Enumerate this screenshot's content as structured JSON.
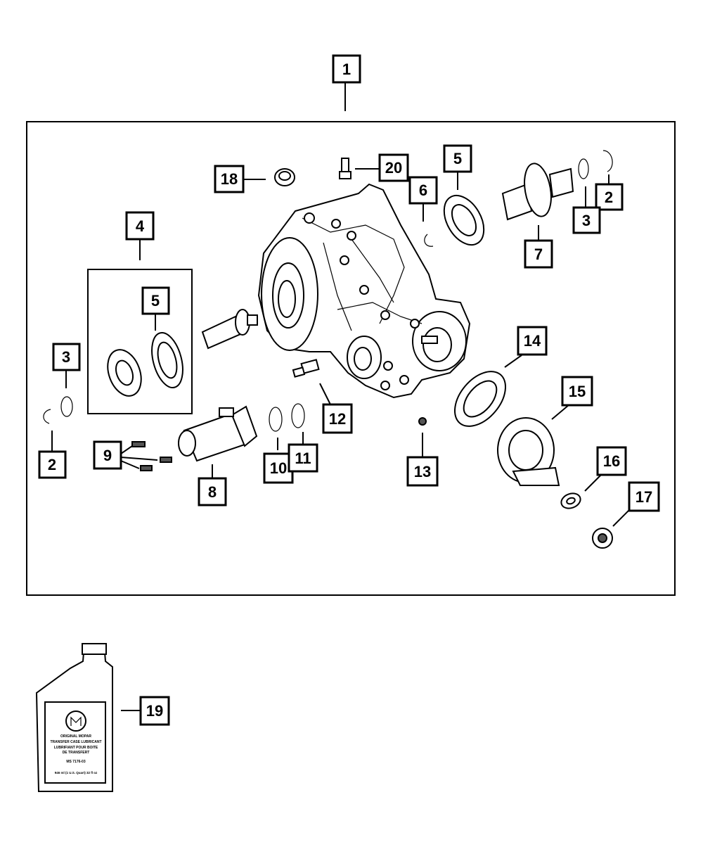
{
  "callouts": {
    "c1": "1",
    "c2a": "2",
    "c2b": "2",
    "c3a": "3",
    "c3b": "3",
    "c4": "4",
    "c5a": "5",
    "c5b": "5",
    "c6": "6",
    "c7": "7",
    "c8": "8",
    "c9": "9",
    "c10": "10",
    "c11": "11",
    "c12": "12",
    "c13": "13",
    "c14": "14",
    "c15": "15",
    "c16": "16",
    "c17": "17",
    "c18": "18",
    "c19": "19",
    "c20": "20"
  },
  "bottle": {
    "line1": "ORIGINAL MOPAR",
    "line2": "TRANSFER CASE LUBRICANT",
    "line3": "LUBRIFIANT POUR BOITE",
    "line4": "DE TRANSFERT",
    "line5": "MS 7176-03",
    "line6": "946 ml (1 U.S. Quart) 32 fl oz"
  }
}
